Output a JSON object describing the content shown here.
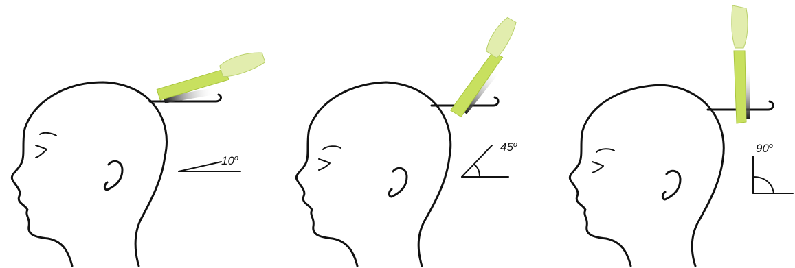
{
  "figures": [
    {
      "id": "ten",
      "angle_label": "10",
      "degree_mark": "o",
      "elevation_degrees": 10
    },
    {
      "id": "fortyfive",
      "angle_label": "45",
      "degree_mark": "o",
      "elevation_degrees": 45
    },
    {
      "id": "ninety",
      "angle_label": "90",
      "degree_mark": "o",
      "elevation_degrees": 90
    }
  ],
  "colors": {
    "line": "#111111",
    "comb_handle": "#c8e05f",
    "comb_head": "#e2edae",
    "comb_teeth": "#2a2a2a"
  },
  "icons": [
    "head-profile",
    "comb",
    "hair-section-hook",
    "angle-indicator"
  ]
}
